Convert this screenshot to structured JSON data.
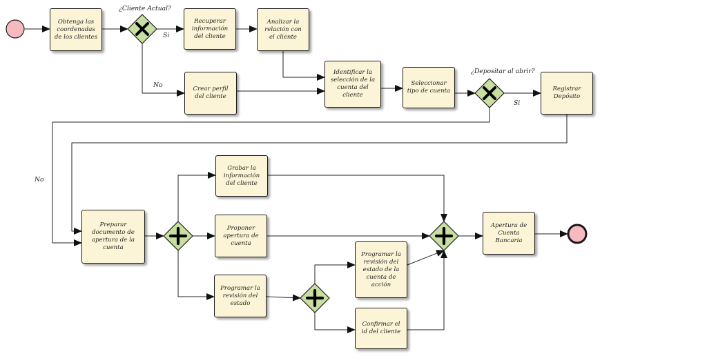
{
  "colors": {
    "task_fill": "#fcf4d6",
    "gateway_fill": "#c8dfa0",
    "start_fill": "#f6b9be",
    "stroke": "#1a1a1a"
  },
  "events": [
    {
      "id": "start",
      "type": "start"
    },
    {
      "id": "end",
      "type": "end"
    }
  ],
  "tasks": [
    {
      "id": "t1",
      "label": "Obtenga las coordenadas de los clientes"
    },
    {
      "id": "t2",
      "label": "Recuperar información del cliente"
    },
    {
      "id": "t3",
      "label": "Analizar la relación con el cliente"
    },
    {
      "id": "t4",
      "label": "Crear perfil del cliente"
    },
    {
      "id": "t5",
      "label": "Identificar la selección de la cuenta del cliente"
    },
    {
      "id": "t6",
      "label": "Seleccionar tipo de cuenta"
    },
    {
      "id": "t7",
      "label": "Registrar Depósito"
    },
    {
      "id": "t8",
      "label": "Preparar documento de apertura de la cuenta"
    },
    {
      "id": "t9",
      "label": "Grabar la información del cliente"
    },
    {
      "id": "t10",
      "label": "Proponer apertura de cuenta"
    },
    {
      "id": "t11",
      "label": "Programar la revisión del estado"
    },
    {
      "id": "t12",
      "label": "Programar la revisión del estado de la cuenta de acción"
    },
    {
      "id": "t13",
      "label": "Confirmar el id del cliente"
    },
    {
      "id": "t14",
      "label": "Apertura de Cuenta Bancaria"
    }
  ],
  "gateways": [
    {
      "id": "g1",
      "kind": "exclusive",
      "icon": "x-icon"
    },
    {
      "id": "g2",
      "kind": "exclusive",
      "icon": "x-icon"
    },
    {
      "id": "g3",
      "kind": "parallel",
      "icon": "plus-icon"
    },
    {
      "id": "g4",
      "kind": "parallel",
      "icon": "plus-icon"
    },
    {
      "id": "g5",
      "kind": "parallel",
      "icon": "plus-icon"
    }
  ],
  "labels": {
    "g1_question": "¿Cliente Actual?",
    "g1_yes": "Si",
    "g1_no": "No",
    "g2_question": "¿Depositar al abrir?",
    "g2_yes": "Si",
    "g2_no": "No"
  },
  "flows": [
    {
      "from": "start",
      "to": "t1"
    },
    {
      "from": "t1",
      "to": "g1"
    },
    {
      "from": "g1",
      "to": "t2",
      "label": "Si"
    },
    {
      "from": "g1",
      "to": "t4",
      "label": "No"
    },
    {
      "from": "t2",
      "to": "t3"
    },
    {
      "from": "t3",
      "to": "t5"
    },
    {
      "from": "t4",
      "to": "t5"
    },
    {
      "from": "t5",
      "to": "t6"
    },
    {
      "from": "t6",
      "to": "g2"
    },
    {
      "from": "g2",
      "to": "t7",
      "label": "Si"
    },
    {
      "from": "g2",
      "to": "t8",
      "label": "No"
    },
    {
      "from": "t7",
      "to": "t8"
    },
    {
      "from": "t8",
      "to": "g3"
    },
    {
      "from": "g3",
      "to": "t9"
    },
    {
      "from": "g3",
      "to": "t10"
    },
    {
      "from": "g3",
      "to": "t11"
    },
    {
      "from": "t11",
      "to": "g4"
    },
    {
      "from": "g4",
      "to": "t12"
    },
    {
      "from": "g4",
      "to": "t13"
    },
    {
      "from": "t9",
      "to": "g5"
    },
    {
      "from": "t10",
      "to": "g5"
    },
    {
      "from": "t12",
      "to": "g5"
    },
    {
      "from": "t13",
      "to": "g5"
    },
    {
      "from": "g5",
      "to": "t14"
    },
    {
      "from": "t14",
      "to": "end"
    }
  ]
}
